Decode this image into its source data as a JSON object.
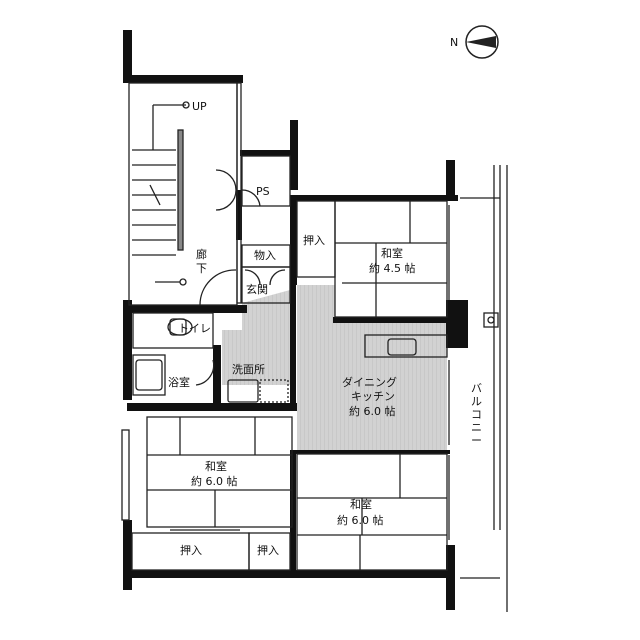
{
  "compass": {
    "label": "N"
  },
  "rooms": {
    "up": "UP",
    "hallway_1": "廊",
    "hallway_2": "下",
    "ps": "PS",
    "closet_top": "押入",
    "washitsu_a_name": "和室",
    "washitsu_a_size": "約 4.5 帖",
    "storage_entry": "物入",
    "entrance": "玄関",
    "toilet": "トイレ",
    "bath": "浴室",
    "washroom": "洗面所",
    "dk_name_1": "ダイニング",
    "dk_name_2": "キッチン",
    "dk_size": "約 6.0 帖",
    "washitsu_b_name": "和室",
    "washitsu_b_size": "約 6.0 帖",
    "washitsu_c_name": "和室",
    "washitsu_c_size": "約 6.0 帖",
    "closet_bottom_left": "押入",
    "closet_bottom_mid": "押入",
    "balcony": [
      "バ",
      "ル",
      "コ",
      "ニ",
      "ー"
    ]
  },
  "colors": {
    "wall": "#111111",
    "line": "#222222",
    "floor_tile": "#cfcfcf",
    "background": "#ffffff"
  }
}
